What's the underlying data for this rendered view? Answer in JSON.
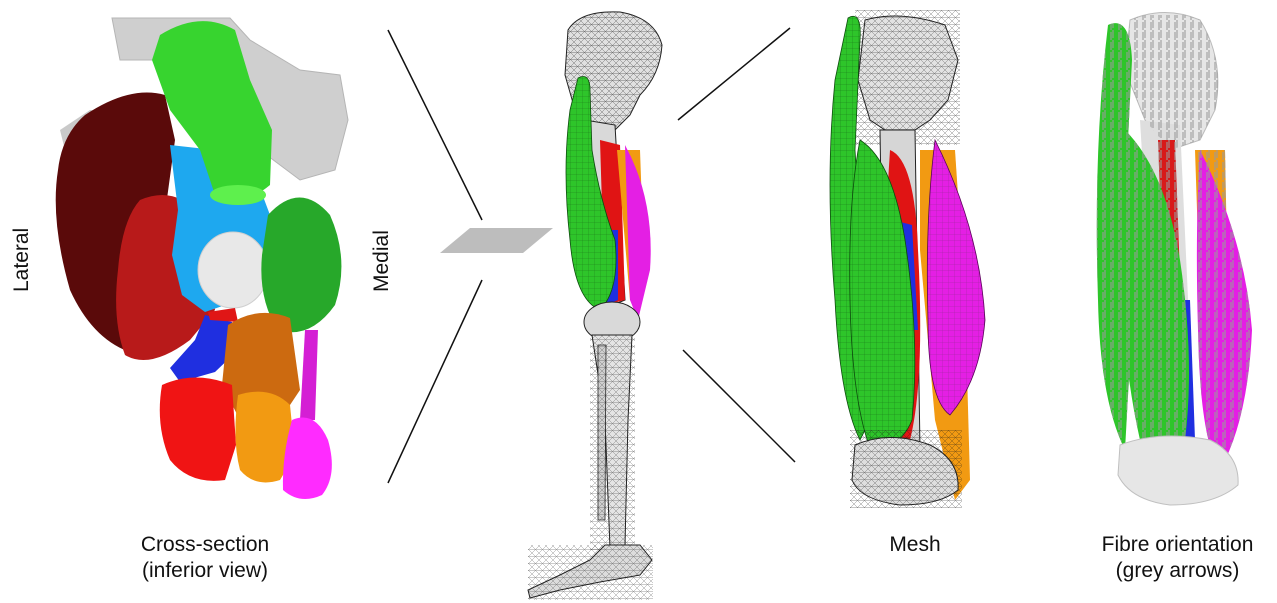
{
  "labels": {
    "lateral": "Lateral",
    "medial": "Medial",
    "cross_section_line1": "Cross-section",
    "cross_section_line2": "(inferior view)",
    "mesh": "Mesh",
    "fibre_line1": "Fibre orientation",
    "fibre_line2": "(grey arrows)"
  },
  "colors": {
    "muscle_green": "#2ec52a",
    "muscle_green_dark": "#1f9a1e",
    "muscle_darkred": "#5a0a0a",
    "muscle_red": "#c81d1d",
    "muscle_red_bright": "#f01414",
    "muscle_blue_light": "#1ea8ef",
    "muscle_blue": "#1f2fe0",
    "muscle_orange": "#f29a12",
    "muscle_magenta": "#e41fe4",
    "bone_grey": "#d4d4d4",
    "mesh_line": "#222222",
    "plane_grey": "#bdbdbd"
  }
}
